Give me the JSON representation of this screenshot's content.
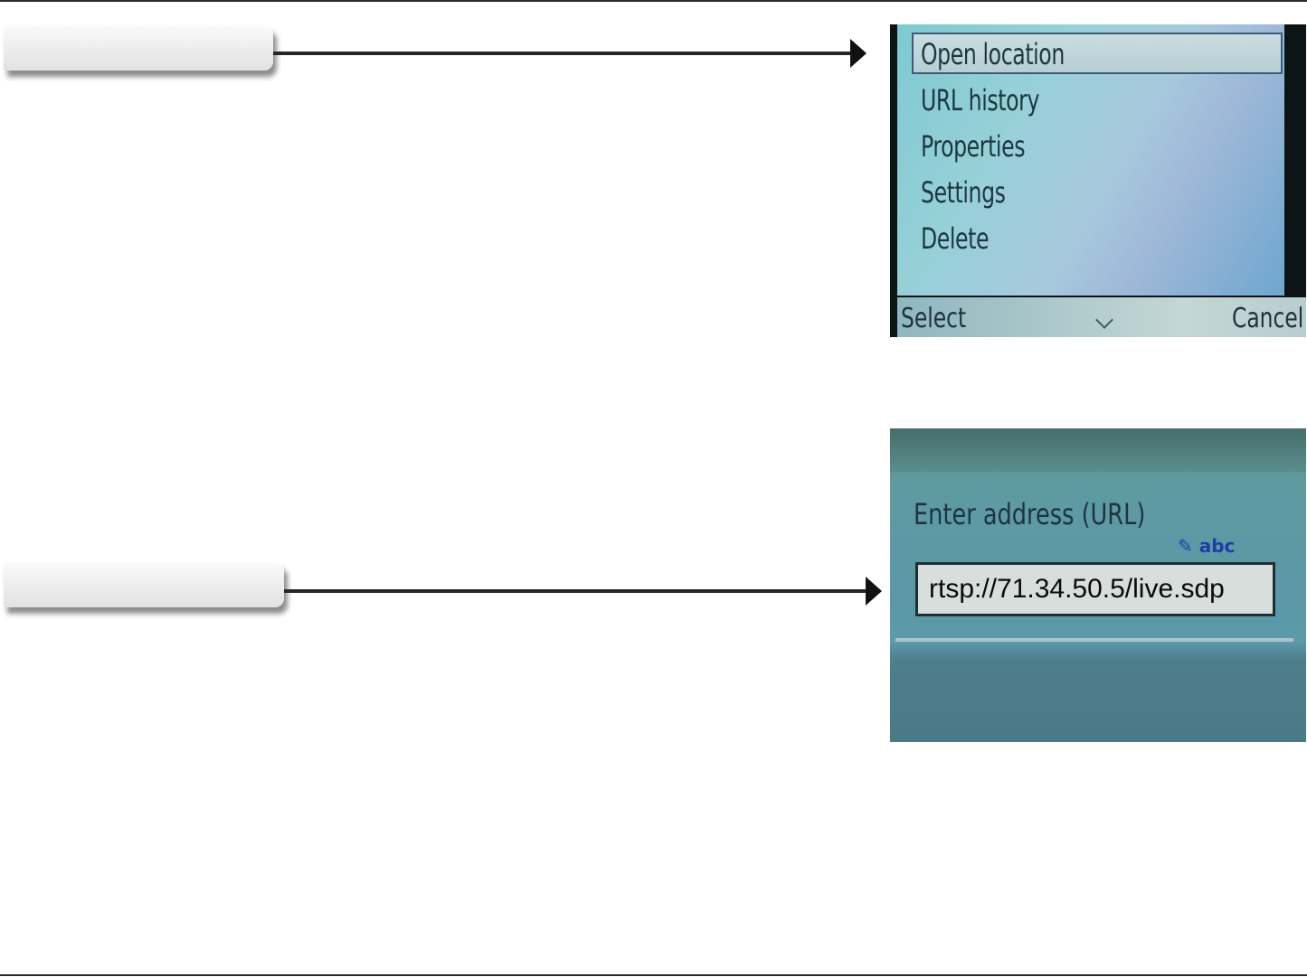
{
  "menu_screen": {
    "items": [
      "Open location",
      "URL history",
      "Properties",
      "Settings",
      "Delete"
    ],
    "selected_item": "Open location",
    "softkeys": {
      "left": "Select",
      "right": "Cancel"
    }
  },
  "entry_screen": {
    "label": "Enter address (URL)",
    "input_mode": "abc",
    "url_value": "rtsp://71.34.50.5/live.sdp"
  },
  "colors": {
    "rule": "#2b2b2b",
    "arrow": "#262626",
    "menu_background": "#96d0d7",
    "mode_indicator": "#1a3fa6"
  }
}
